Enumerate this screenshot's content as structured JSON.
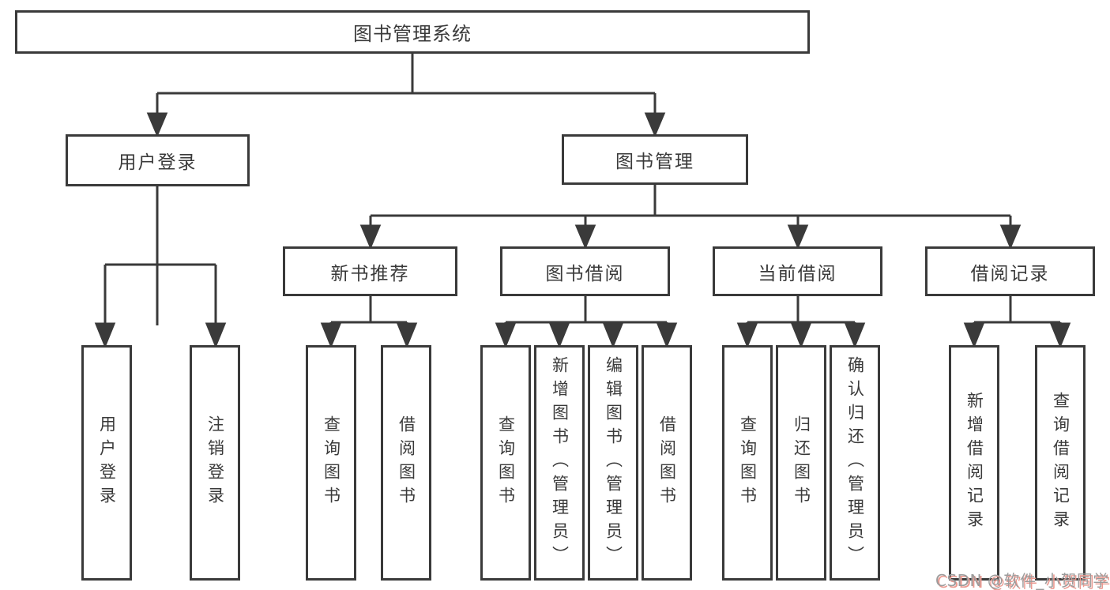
{
  "diagram": {
    "root": {
      "label": "图书管理系统"
    },
    "level2": [
      {
        "label": "用户登录"
      },
      {
        "label": "图书管理"
      }
    ],
    "level3": [
      {
        "label": "新书推荐"
      },
      {
        "label": "图书借阅"
      },
      {
        "label": "当前借阅"
      },
      {
        "label": "借阅记录"
      }
    ],
    "leaves": [
      {
        "label": "用户登录"
      },
      {
        "label": "注销登录"
      },
      {
        "label": "查询图书"
      },
      {
        "label": "借阅图书"
      },
      {
        "label": "查询图书"
      },
      {
        "label": "新增图书（管理员）"
      },
      {
        "label": "编辑图书（管理员）"
      },
      {
        "label": "借阅图书"
      },
      {
        "label": "查询图书"
      },
      {
        "label": "归还图书"
      },
      {
        "label": "确认归还（管理员）"
      },
      {
        "label": "新增借阅记录"
      },
      {
        "label": "查询借阅记录"
      }
    ]
  },
  "watermark": {
    "text": "CSDN @软件_小贺同学"
  },
  "colors": {
    "line": "#3a3a3a",
    "box_border": "#3a3a3a",
    "text": "#3a3a3a",
    "background": "#ffffff",
    "watermark_gray": "#9c9c9c",
    "watermark_red": "#eb9a91"
  }
}
